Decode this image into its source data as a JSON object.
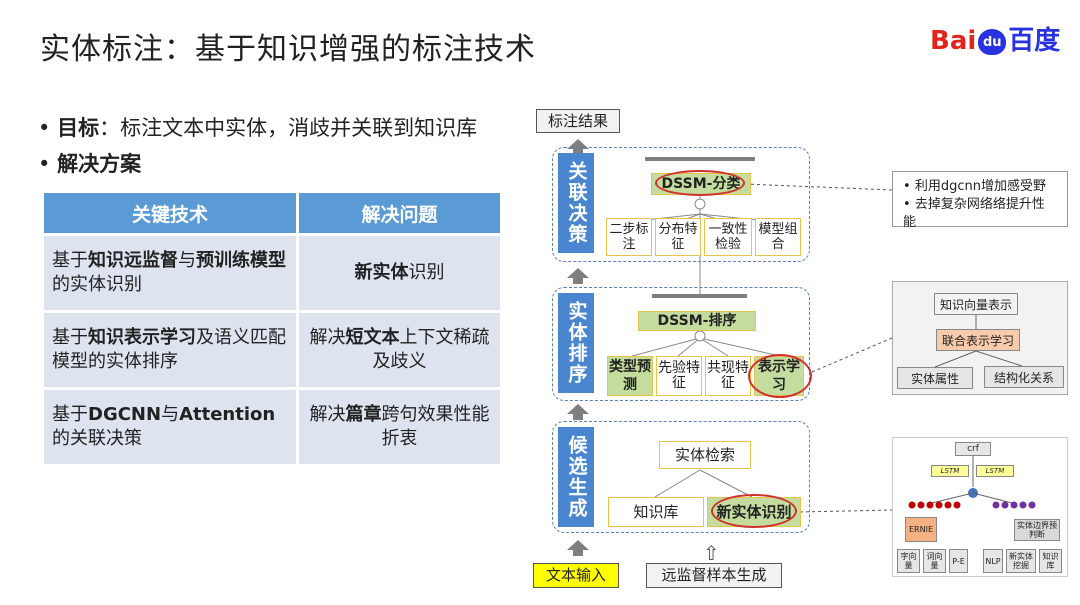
{
  "title": "实体标注：基于知识增强的标注技术",
  "logo": {
    "left": "Bai",
    "paw": "du",
    "right": "百度"
  },
  "bullets": {
    "goal_label": "目标",
    "goal_text": "：标注文本中实体，消歧并关联到知识库",
    "solution_label": "解决方案"
  },
  "table": {
    "headers": [
      "关键技术",
      "解决问题"
    ],
    "rows": [
      {
        "tech_pre": "基于",
        "tech_b1": "知识远监督",
        "tech_mid": "与",
        "tech_b2": "预训练模型",
        "tech_post": "的实体识别",
        "prob_b": "新实体",
        "prob_post": "识别",
        "prob_pre": ""
      },
      {
        "tech_pre": "基于",
        "tech_b1": "知识表示学习",
        "tech_mid": "及语义匹配模型的实体排序",
        "tech_b2": "",
        "tech_post": "",
        "prob_pre": "解决",
        "prob_b": "短文本",
        "prob_post": "上下文稀疏及歧义"
      },
      {
        "tech_pre": "基于",
        "tech_b1": "DGCNN",
        "tech_mid": "与",
        "tech_b2": "Attention",
        "tech_post": "的关联决策",
        "prob_pre": "解决",
        "prob_b": "篇章",
        "prob_post": "跨句效果性能折衷"
      }
    ]
  },
  "diagram": {
    "result_label": "标注结果",
    "stage1": {
      "label": "关联决策",
      "dssm": "DSSM-分类",
      "features": [
        "二步标注",
        "分布特征",
        "一致性检验",
        "模型组合"
      ]
    },
    "stage2": {
      "label": "实体排序",
      "dssm": "DSSM-排序",
      "features": [
        "类型预测",
        "先验特征",
        "共现特征",
        "表示学习"
      ]
    },
    "stage3": {
      "label": "候选生成",
      "search": "实体检索",
      "kb": "知识库",
      "new_entity": "新实体识别"
    },
    "input_label": "文本输入",
    "distant_label": "远监督样本生成"
  },
  "notes": {
    "note1": [
      "利用dgcnn增加感受野",
      "去掉复杂网络络提升性能"
    ],
    "panel1": {
      "top": "知识向量表示",
      "mid": "联合表示学习",
      "left": "实体属性",
      "right": "结构化关系"
    },
    "panel2": {
      "crf": "crf",
      "lstm": "LSTM",
      "ernie": "ERNIE",
      "boundary": "实体边界预判断",
      "bottom": [
        "字向量",
        "词向量",
        "P-E",
        "NLP",
        "新实体挖掘",
        "知识库"
      ]
    }
  },
  "colors": {
    "accent_blue": "#4a86d0",
    "table_header": "#5b9bd5",
    "green": "#c4dc9e",
    "yellow": "#ffff00",
    "red": "#d0312d"
  }
}
